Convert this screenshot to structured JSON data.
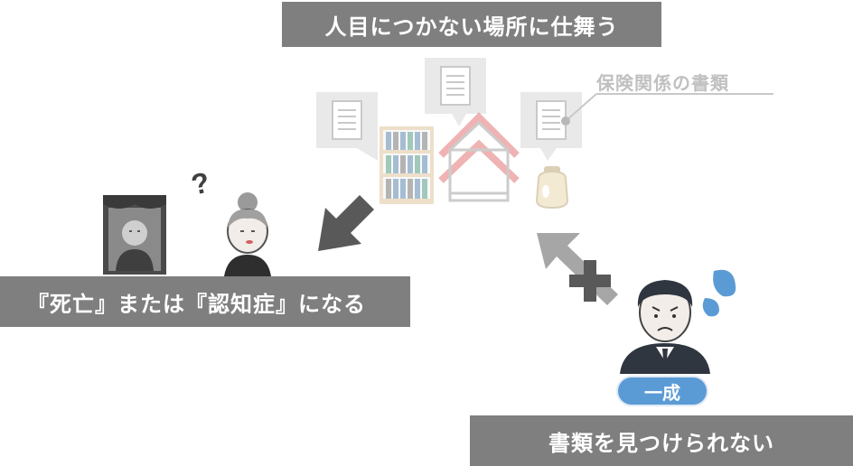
{
  "banners": {
    "top": "人目につかない場所に仕舞う",
    "left": "『死亡』または『認知症』になる",
    "right": "書類を見つけられない"
  },
  "labels": {
    "insurance_docs": "保険関係の書類",
    "question": "?",
    "person_name": "一成"
  },
  "colors": {
    "banner_bg": "#7f7f7f",
    "pill_bg": "#5b9bd5",
    "arrow_dark": "#595959",
    "arrow_light": "#a6a6a6",
    "drop_blue": "#5b9bd5",
    "house_pink": "#e8a0a0"
  }
}
